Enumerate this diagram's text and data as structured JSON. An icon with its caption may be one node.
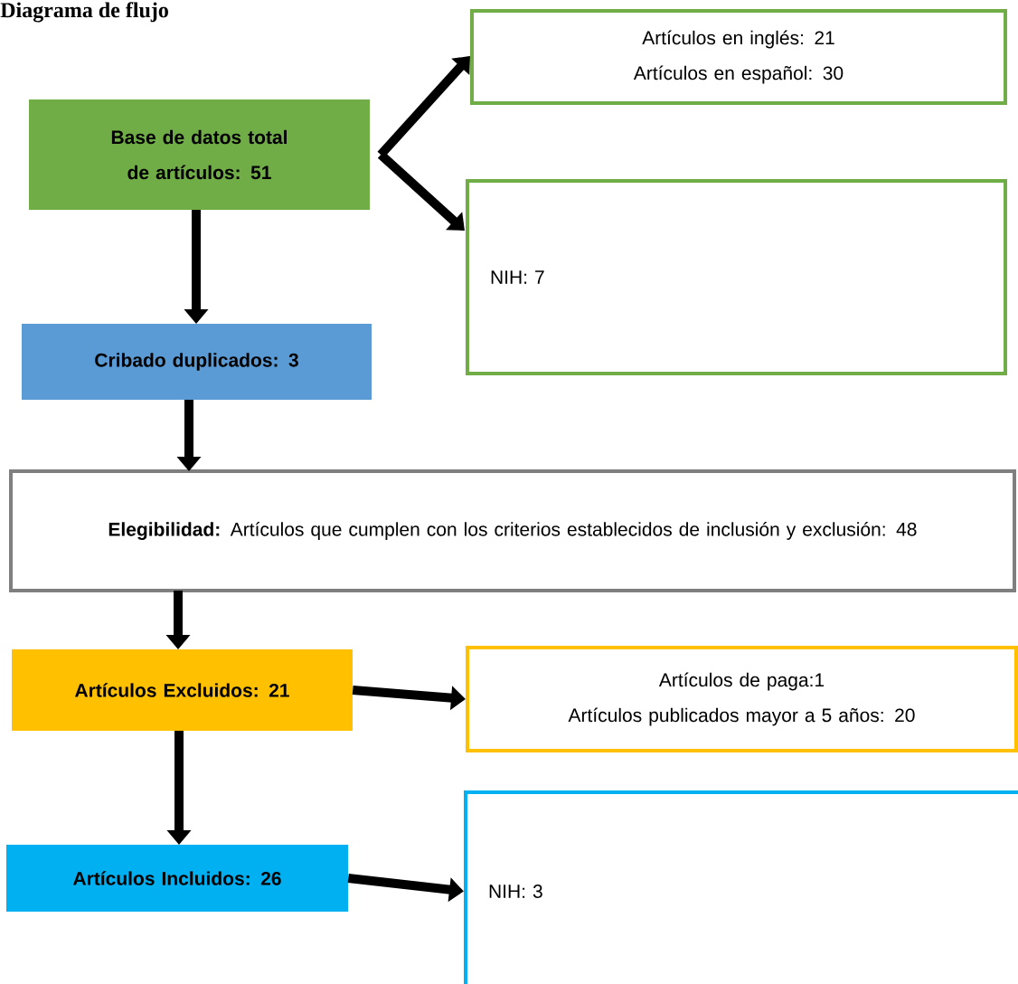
{
  "diagram": {
    "title": "Diagrama de flujo",
    "nodes": [
      {
        "text": [
          "Base de datos total de artículos: 51"
        ]
      },
      {
        "text": [
          "Artículos en inglés: 21",
          "Artículos en español: 30"
        ]
      },
      {
        "text": [
          "NIH: 7"
        ]
      },
      {
        "text": [
          "Cribado duplicados: 3"
        ]
      },
      {
        "text": [
          "**Elegibilidad:** Artículos que cumplen con los criterios establecidos de inclusión y exclusión: 48"
        ]
      },
      {
        "text": [
          "Artículos Excluidos: 21"
        ]
      },
      {
        "text": [
          "Artículos de paga:1",
          "Artículos publicados mayor a 5 años: 20"
        ]
      },
      {
        "text": [
          "Artículos Incluidos: 26"
        ]
      },
      {
        "text": [
          "NIH: 3"
        ]
      }
    ],
    "edges": [
      {
        "from": 0,
        "to": 1,
        "arrow": "to"
      },
      {
        "from": 0,
        "to": 2,
        "arrow": "to"
      },
      {
        "from": 0,
        "to": 3,
        "arrow": "to"
      },
      {
        "from": 3,
        "to": 4,
        "arrow": "to"
      },
      {
        "from": 4,
        "to": 5,
        "arrow": "to"
      },
      {
        "from": 5,
        "to": 6,
        "arrow": "to"
      },
      {
        "from": 5,
        "to": 7,
        "arrow": "to"
      },
      {
        "from": 7,
        "to": 8,
        "arrow": "to"
      }
    ]
  }
}
